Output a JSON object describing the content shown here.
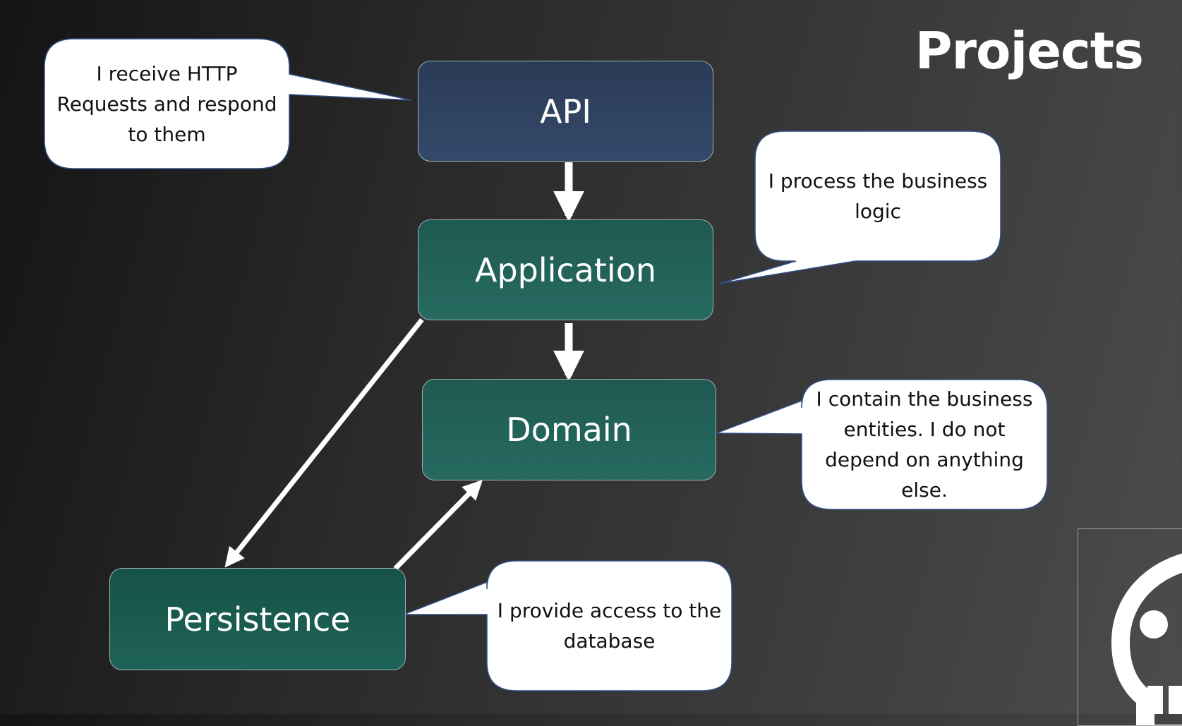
{
  "title": "Projects",
  "layers": {
    "api": "API",
    "application": "Application",
    "domain": "Domain",
    "persistence": "Persistence"
  },
  "callouts": {
    "api": "I receive HTTP Requests and respond to them",
    "application": "I process the business logic",
    "domain": "I contain the business entities.  I do not depend on anything else.",
    "persistence": "I provide access to the database"
  },
  "icons": {
    "corner": "skull-icon"
  },
  "colors": {
    "api_box": "#2f4260",
    "layer_box": "#236257",
    "callout": "#ffffff",
    "arrow": "#ffffff"
  }
}
